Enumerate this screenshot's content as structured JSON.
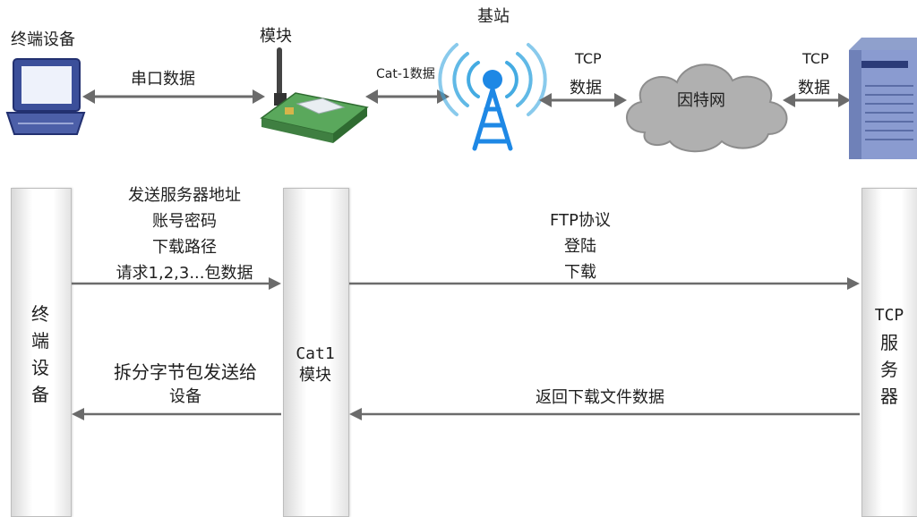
{
  "top": {
    "terminal_label": "终端设备",
    "module_label": "模块",
    "serial_label": "串口数据",
    "cat1_label": "Cat-1数据",
    "base_station_label": "基站",
    "tcp_left_1": "TCP",
    "tcp_left_2": "数据",
    "internet_label": "因特网",
    "tcp_right_1": "TCP",
    "tcp_right_2": "数据"
  },
  "seq": {
    "lane_terminal": [
      "终",
      "端",
      "设",
      "备"
    ],
    "lane_module_1": "Cat1",
    "lane_module_2": "模块",
    "lane_server_tcp": "TCP",
    "lane_server": [
      "服",
      "务",
      "器"
    ],
    "msg1_lines": [
      "发送服务器地址",
      "账号密码",
      "下载路径",
      "请求1,2,3...包数据"
    ],
    "msg2_lines": [
      "FTP协议",
      "登陆",
      "下载"
    ],
    "msg3_lines": [
      "拆分字节包发送给",
      "设备"
    ],
    "msg4": "返回下载文件数据"
  },
  "colors": {
    "arrow": "#6b6b6b",
    "tower": "#1e88e5",
    "wave": "#3aa7e0",
    "cloud": "#a9a9a9",
    "pcb": "#5aa85c"
  }
}
